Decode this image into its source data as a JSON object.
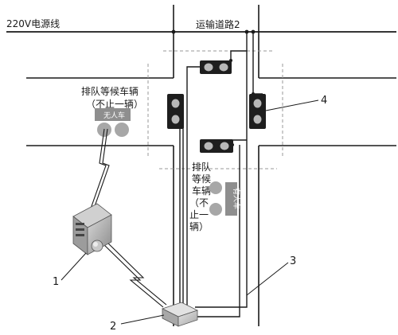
{
  "labels": {
    "power_line": "220V电源线",
    "road": "运输道路2",
    "queue_left_1": "排队等候车辆",
    "queue_left_2": "（不止一辆）",
    "badge_left": "无人车",
    "queue_right_1": "排队",
    "queue_right_2": "等候",
    "queue_right_3": "车辆",
    "queue_right_4": "（不",
    "queue_right_5": "止一",
    "queue_right_6": "辆）",
    "badge_right": "有人车"
  },
  "callouts": {
    "n1": "1",
    "n2": "2",
    "n3": "3",
    "n4": "4"
  },
  "colors": {
    "line": "#1a1a1a",
    "road_dash": "#9a9a9a",
    "light_body": "#1e1e1e",
    "lamp": "#b8b8b8",
    "car": "#a7a7a7",
    "badge_bg": "#8e8e8e"
  }
}
